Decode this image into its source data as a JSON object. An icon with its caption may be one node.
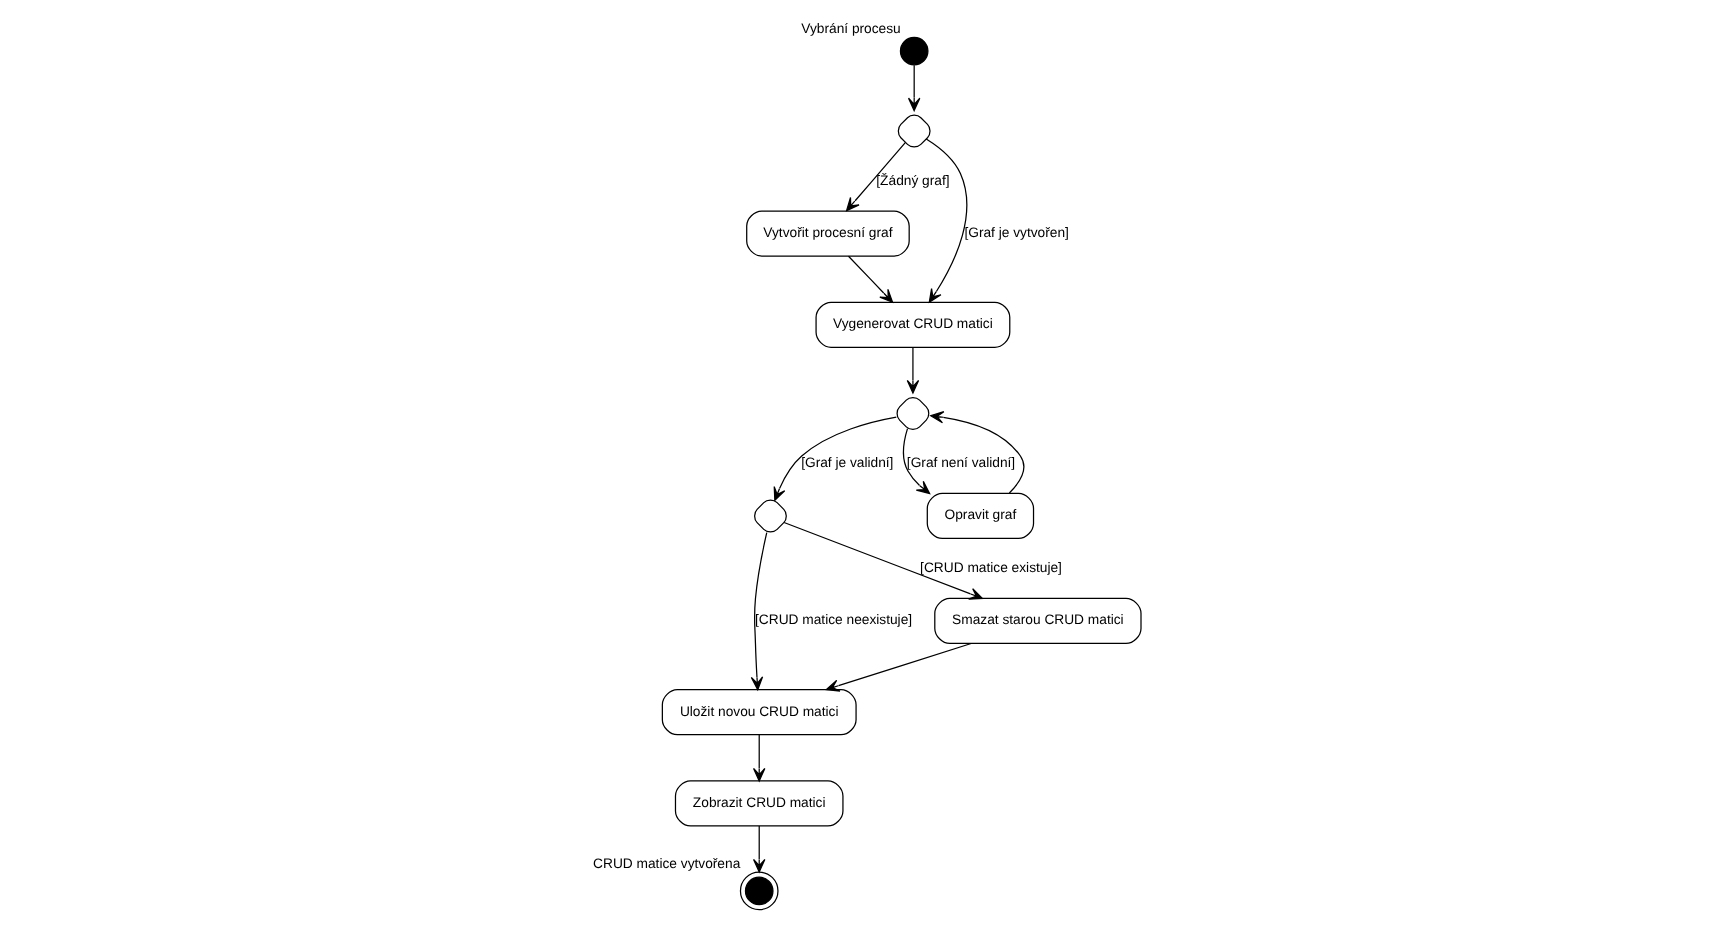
{
  "diagram": {
    "nodes": [
      {
        "text": [],
        "shape": "circle",
        "beside": [
          "Vybrání procesu"
        ]
      },
      {
        "text": [],
        "shape": "diamond"
      },
      {
        "text": [
          "Vytvořit procesní graf"
        ]
      },
      {
        "text": [
          "Vygenerovat CRUD matici"
        ]
      },
      {
        "text": [],
        "shape": "diamond"
      },
      {
        "text": [],
        "shape": "diamond"
      },
      {
        "text": [
          "Uložit novou CRUD matici"
        ]
      },
      {
        "text": [
          "Zobrazit CRUD matici"
        ]
      },
      {
        "text": [
          "Smazat starou CRUD matici"
        ]
      },
      {
        "text": [
          "Opravit graf"
        ]
      },
      {
        "text": [],
        "shape": "circle",
        "beside": [
          "CRUD matice vytvořena"
        ]
      }
    ],
    "edges": [
      {
        "from": 0,
        "to": 1,
        "arrow": "to"
      },
      {
        "from": 1,
        "to": 2,
        "arrow": "to",
        "label": "[Žádný graf]"
      },
      {
        "from": 1,
        "to": 3,
        "arrow": "to",
        "label": "[Graf je vytvořen]"
      },
      {
        "from": 2,
        "to": 3,
        "arrow": "to"
      },
      {
        "from": 3,
        "to": 4,
        "arrow": "to"
      },
      {
        "from": 4,
        "to": 5,
        "arrow": "to",
        "label": "[Graf je validní]"
      },
      {
        "from": 4,
        "to": 9,
        "arrow": "to",
        "label": "[Graf není validní]"
      },
      {
        "from": 9,
        "to": 4,
        "arrow": "to"
      },
      {
        "from": 5,
        "to": 6,
        "arrow": "to",
        "label": "[CRUD matice neexistuje]"
      },
      {
        "from": 5,
        "to": 8,
        "arrow": "to",
        "label": "[CRUD matice existuje]"
      },
      {
        "from": 8,
        "to": 6,
        "arrow": "to"
      },
      {
        "from": 6,
        "to": 7,
        "arrow": "to"
      },
      {
        "from": 7,
        "to": 10,
        "arrow": "to"
      }
    ]
  }
}
